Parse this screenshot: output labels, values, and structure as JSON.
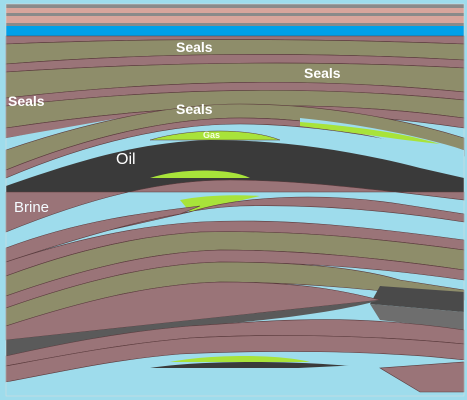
{
  "labels": {
    "seals_top": "Seals",
    "seals_right": "Seals",
    "seals_left": "Seals",
    "seals_center": "Seals",
    "gas": "Gas",
    "oil": "Oil",
    "brine": "Brine"
  },
  "colors": {
    "brine": "#9edcec",
    "seal": "#8e8d6a",
    "shale": "#9a7478",
    "shale_edge": "#5a3a3c",
    "oil": "#3a3a3a",
    "gas": "#a8e33a",
    "top_blue": "#00a0e8",
    "top_pink": "#d8a59c",
    "top_grey": "#8a8a8a"
  }
}
